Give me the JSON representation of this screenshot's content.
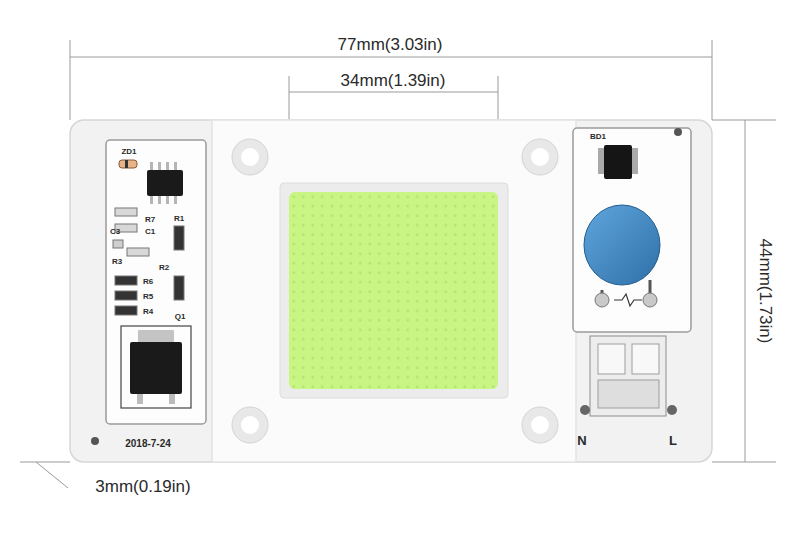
{
  "diagram": {
    "labels": [
      "77mm(3.03in)",
      "34mm(1.39in)",
      "44mm(1.73in)",
      "3mm(0.19in)",
      "ZD1",
      "R7",
      "C1",
      "R1",
      "C3",
      "R3",
      "R2",
      "R6",
      "R5",
      "R4",
      "Q1",
      "2018-7-24",
      "BD1",
      "N",
      "L"
    ]
  }
}
